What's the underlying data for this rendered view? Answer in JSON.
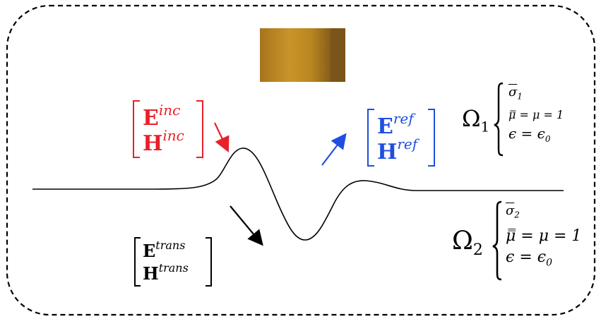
{
  "colors": {
    "incident": "#e8202a",
    "reflected": "#1f4fe0",
    "transmitted": "#000000",
    "waveform": "#000000",
    "material_gold_light": "#c9952a",
    "material_gold_dark": "#7a5418"
  },
  "incident": {
    "E": "E",
    "E_sup": "inc",
    "H": "H",
    "H_sup": "inc"
  },
  "reflected": {
    "E": "E",
    "E_sup": "ref",
    "H": "H",
    "H_sup": "ref"
  },
  "transmitted": {
    "E": "E",
    "E_sup": "trans",
    "H": "H",
    "H_sup": "trans"
  },
  "region1": {
    "symbol": "Ω",
    "index": "1",
    "sigma": "σ",
    "sigma_index": "1",
    "mu_line": "μ̿ = μ = 1",
    "eps_line": "ϵ = ϵ",
    "eps_index": "0"
  },
  "region2": {
    "symbol": "Ω",
    "index": "2",
    "sigma": "σ",
    "sigma_index": "2",
    "mu_line": "μ̿ = μ = 1",
    "eps_line": "ϵ = ϵ",
    "eps_index": "0"
  }
}
